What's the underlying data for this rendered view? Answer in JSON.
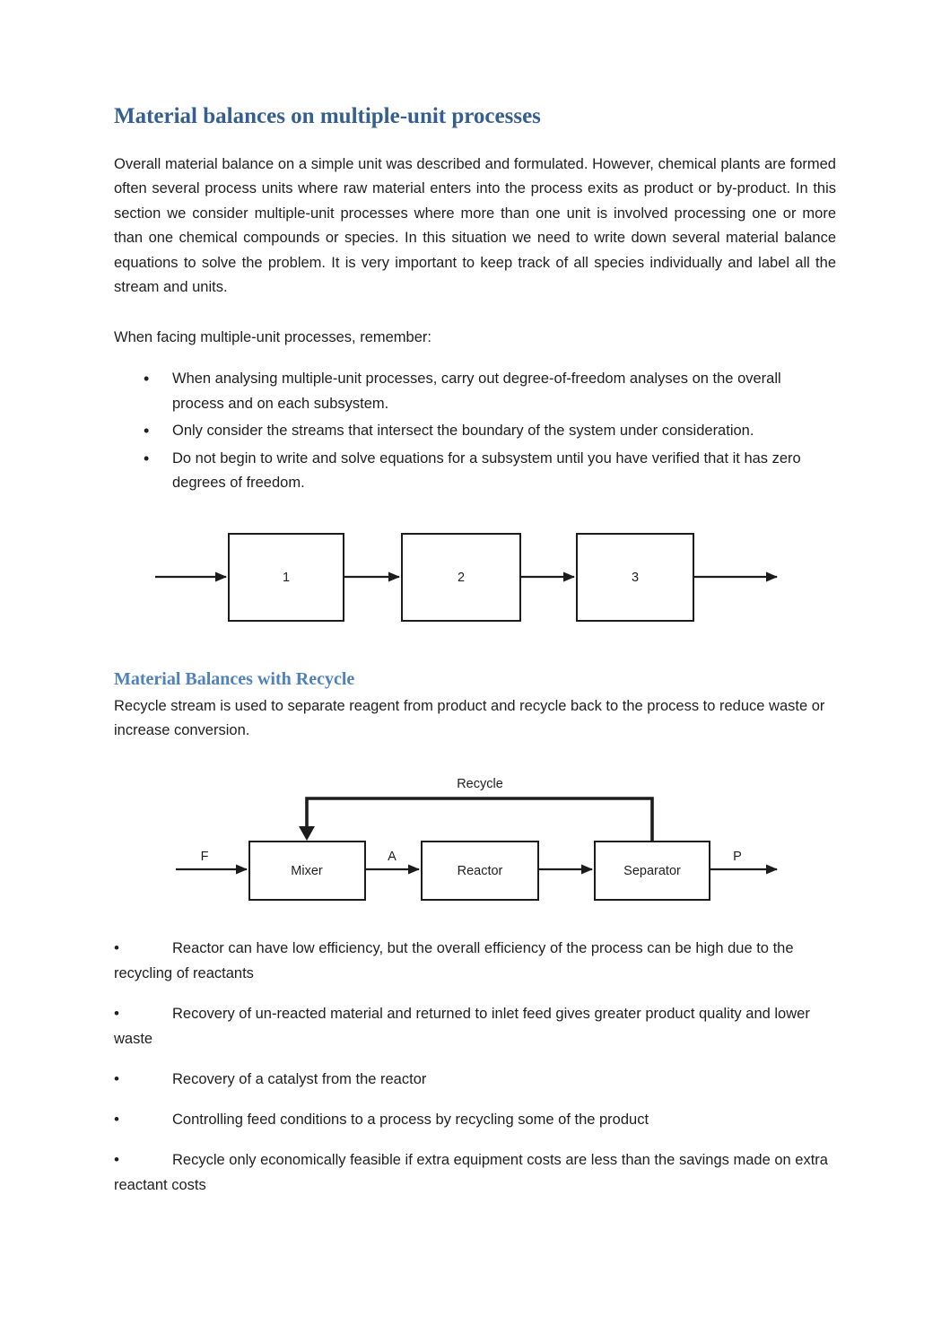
{
  "doc": {
    "title": "Material balances on multiple-unit processes",
    "intro_paragraph": "Overall material balance on a simple unit was described and formulated. However, chemical plants are formed often several process units where raw material enters into the process exits as product or by-product.  In this section we consider multiple-unit processes where more than one unit is involved processing one or more than one chemical compounds or species. In this situation we need to write down several material balance equations to solve the problem. It is very important to keep track of all species individually and label all the stream and units.",
    "remember_lead_in": "When facing multiple-unit processes, remember:",
    "remember_items": [
      "When analysing multiple-unit processes, carry out degree-of-freedom analyses on the overall process and on each subsystem.",
      "Only consider the streams that intersect the boundary of the system under consideration.",
      "Do not begin to write and solve equations for a subsystem until you have verified that it has zero degrees of freedom."
    ],
    "section2_title": "Material Balances with Recycle",
    "section2_intro": "Recycle stream is used to separate reagent from product and recycle back to the process to reduce waste or increase conversion.",
    "recycle_points": [
      "Reactor can have low efficiency, but the overall efficiency of the process can be high due to the recycling of reactants",
      "Recovery of un-reacted material and returned to inlet feed gives greater product quality and lower waste",
      "Recovery of a catalyst from the reactor",
      "Controlling feed conditions to a process by recycling some of the product",
      "Recycle only economically feasible if extra equipment costs are less than the savings made on extra reactant costs"
    ]
  },
  "diagram_series": {
    "unit_labels": [
      "1",
      "2",
      "3"
    ]
  },
  "diagram_recycle": {
    "recycle_label": "Recycle",
    "unit_labels": [
      "Mixer",
      "Reactor",
      "Separator"
    ],
    "stream_labels": {
      "feed": "F",
      "intermediate": "A",
      "product": "P"
    }
  },
  "colors": {
    "heading1_blue": "#365f91",
    "heading2_blue": "#4f81bd",
    "body_text": "#1f1f1f",
    "diagram_stroke": "#1c1c1c",
    "page_background": "#ffffff"
  }
}
